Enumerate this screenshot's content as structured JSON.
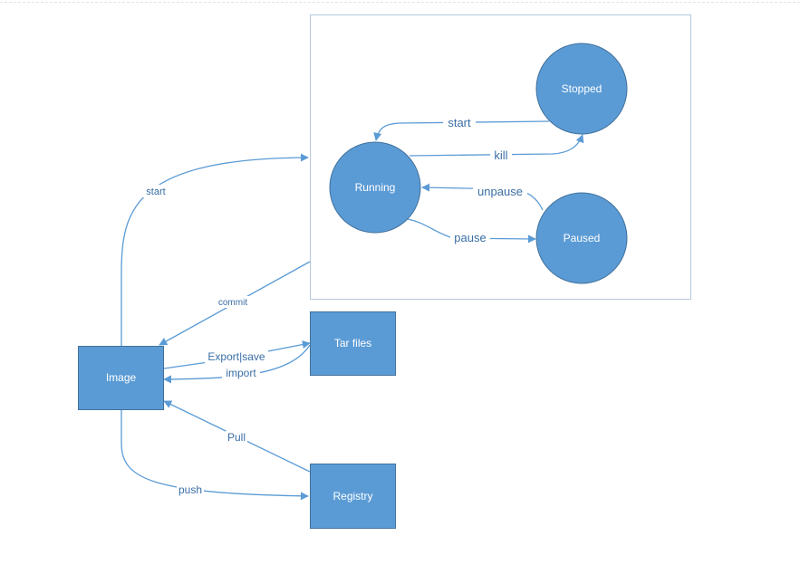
{
  "colors": {
    "node_fill": "#5b9bd5",
    "node_stroke": "#41719c",
    "edge": "#5b9bd5",
    "edge_label": "#3a6ea5",
    "container_border": "#b4c7dc"
  },
  "nodes": {
    "image": "Image",
    "tar_files": "Tar files",
    "registry": "Registry",
    "running": "Running",
    "stopped": "Stopped",
    "paused": "Paused"
  },
  "edges": {
    "image_start": "start",
    "commit": "commit",
    "export_save": "Export|save",
    "import": "import",
    "pull": "Pull",
    "push": "push",
    "stopped_start": "start",
    "kill": "kill",
    "unpause": "unpause",
    "pause": "pause"
  }
}
